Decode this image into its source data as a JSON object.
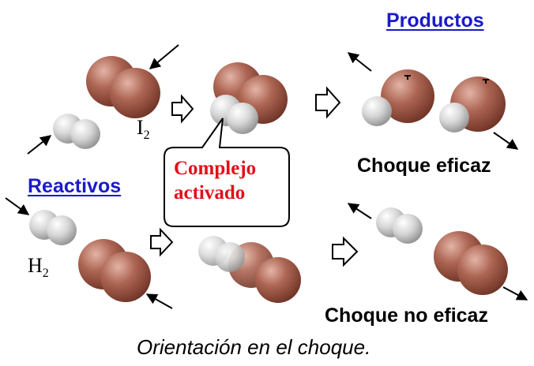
{
  "labels": {
    "products": "Productos",
    "reactants": "Reactivos",
    "i2_symbol": "I",
    "i2_subscript": "2",
    "h2_symbol": "H",
    "h2_subscript": "2",
    "activated_complex_line1": "Complejo",
    "activated_complex_line2": "activado",
    "effective_collision": "Choque eficaz",
    "ineffective_collision": "Choque no eficaz",
    "caption": "Orientación en el choque."
  },
  "colors": {
    "iodine_atom": "#a8604e",
    "hydrogen_atom": "#c8c8c8",
    "link_text": "#1a1acc",
    "complex_text": "#e0101a"
  }
}
